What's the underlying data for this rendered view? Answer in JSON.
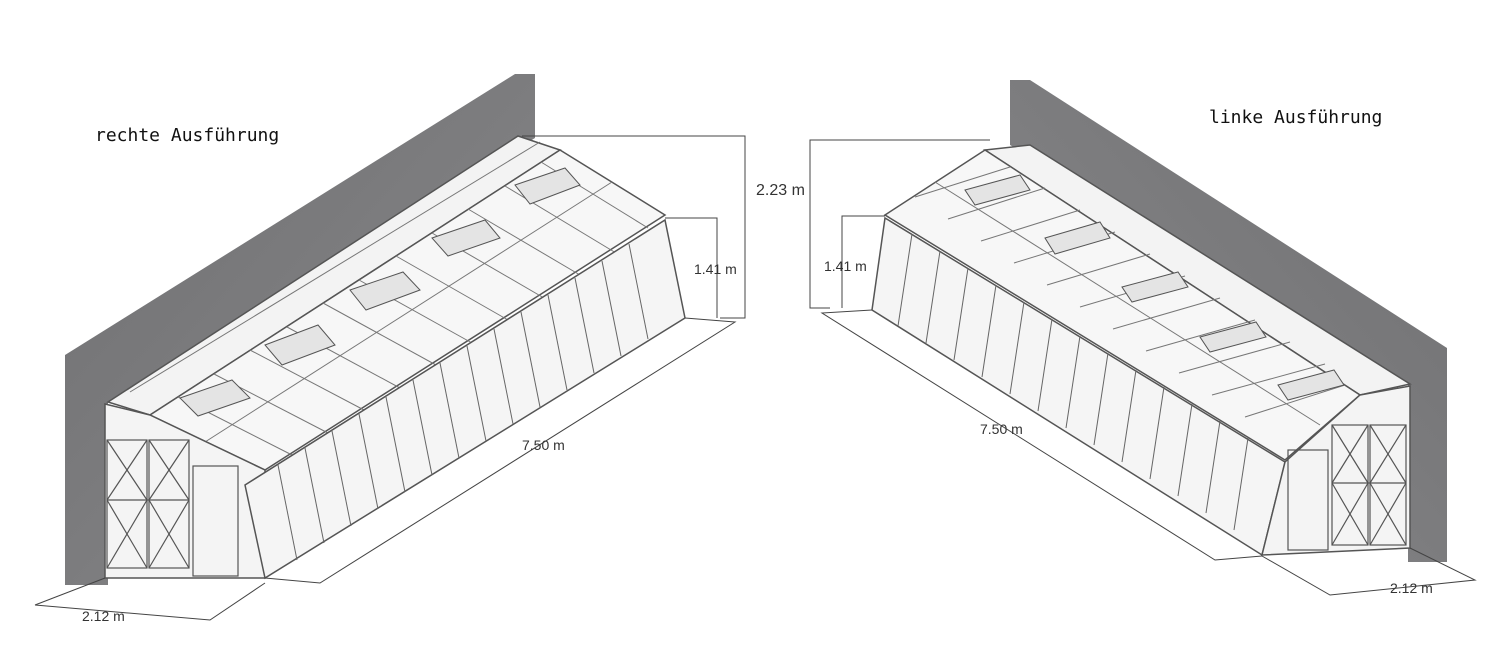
{
  "labels": {
    "right_title": "rechte Ausführung",
    "left_title": "linke Ausführung"
  },
  "dimensions": {
    "ridge_height": "2.23 m",
    "right_wall_height": "1.41 m",
    "left_wall_height": "1.41 m",
    "right_length": "7.50 m",
    "left_length": "7.50 m",
    "right_width": "2.12 m",
    "left_width": "2.12 m"
  },
  "colors": {
    "wall": "#7a7a7c",
    "frame": "#555555",
    "glass": "#f2f2f2",
    "dimension_line": "#444444"
  }
}
